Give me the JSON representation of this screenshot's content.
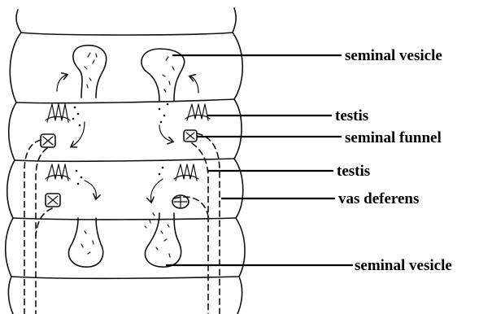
{
  "labels": {
    "seminal_vesicle_top": "seminal vesicle",
    "testis_top": "testis",
    "seminal_funnel": "seminal funnel",
    "testis_bottom": "testis",
    "vas_deferens": "vas deferens",
    "seminal_vesicle_bottom": "seminal vesicle"
  }
}
